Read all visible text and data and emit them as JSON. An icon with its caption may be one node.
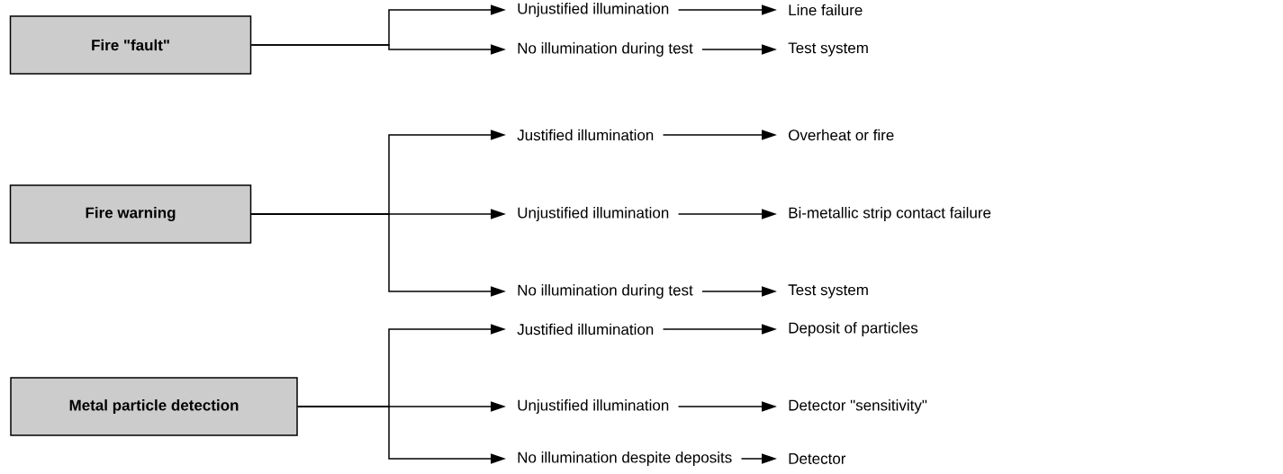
{
  "diagram": {
    "nodes": [
      {
        "text": [
          "Fire \"fault\""
        ]
      },
      {
        "text": [
          "Unjustified illumination"
        ]
      },
      {
        "text": [
          "Line failure"
        ]
      },
      {
        "text": [
          "No illumination during test"
        ]
      },
      {
        "text": [
          "Test system"
        ]
      },
      {
        "text": [
          "Fire warning"
        ]
      },
      {
        "text": [
          "Justified illumination"
        ]
      },
      {
        "text": [
          "Overheat or fire"
        ]
      },
      {
        "text": [
          "Unjustified illumination"
        ]
      },
      {
        "text": [
          "Bi-metallic strip contact failure"
        ]
      },
      {
        "text": [
          "No illumination during test"
        ]
      },
      {
        "text": [
          "Test system"
        ]
      },
      {
        "text": [
          "Metal particle detection"
        ]
      },
      {
        "text": [
          "Justified illumination"
        ]
      },
      {
        "text": [
          "Deposit of particles"
        ]
      },
      {
        "text": [
          "Unjustified illumination"
        ]
      },
      {
        "text": [
          "Detector \"sensitivity\""
        ]
      },
      {
        "text": [
          "No illumination despite deposits"
        ]
      },
      {
        "text": [
          "Detector"
        ]
      }
    ],
    "edges": [
      {
        "from": 0,
        "to": 1,
        "arrow": "to"
      },
      {
        "from": 1,
        "to": 2,
        "arrow": "to"
      },
      {
        "from": 0,
        "to": 3,
        "arrow": "to"
      },
      {
        "from": 3,
        "to": 4,
        "arrow": "to"
      },
      {
        "from": 5,
        "to": 6,
        "arrow": "to"
      },
      {
        "from": 6,
        "to": 7,
        "arrow": "to"
      },
      {
        "from": 5,
        "to": 8,
        "arrow": "to"
      },
      {
        "from": 8,
        "to": 9,
        "arrow": "to"
      },
      {
        "from": 5,
        "to": 10,
        "arrow": "to"
      },
      {
        "from": 10,
        "to": 11,
        "arrow": "to"
      },
      {
        "from": 12,
        "to": 13,
        "arrow": "to"
      },
      {
        "from": 13,
        "to": 14,
        "arrow": "to"
      },
      {
        "from": 12,
        "to": 15,
        "arrow": "to"
      },
      {
        "from": 15,
        "to": 16,
        "arrow": "to"
      },
      {
        "from": 12,
        "to": 17,
        "arrow": "to"
      },
      {
        "from": 17,
        "to": 18,
        "arrow": "to"
      }
    ]
  }
}
